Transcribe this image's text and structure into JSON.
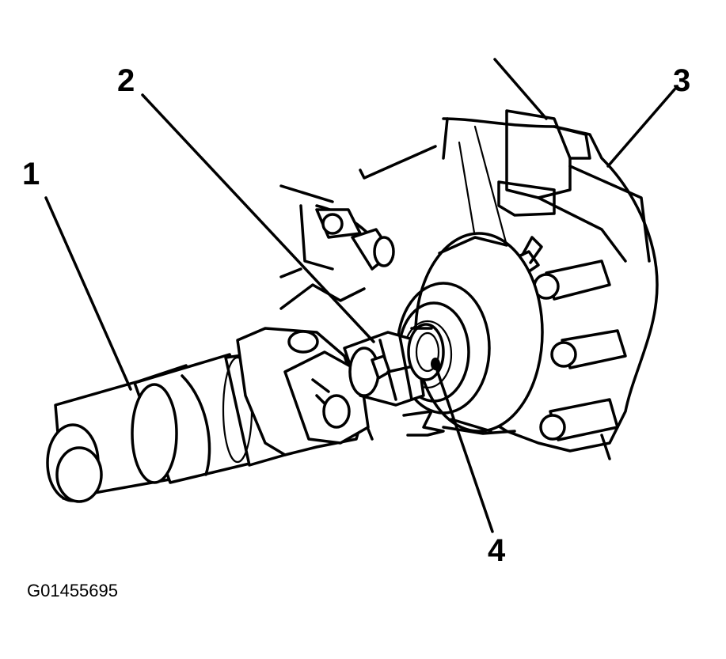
{
  "callouts": {
    "one": "1",
    "two": "2",
    "three": "3",
    "four": "4"
  },
  "figure_id": "G01455695"
}
